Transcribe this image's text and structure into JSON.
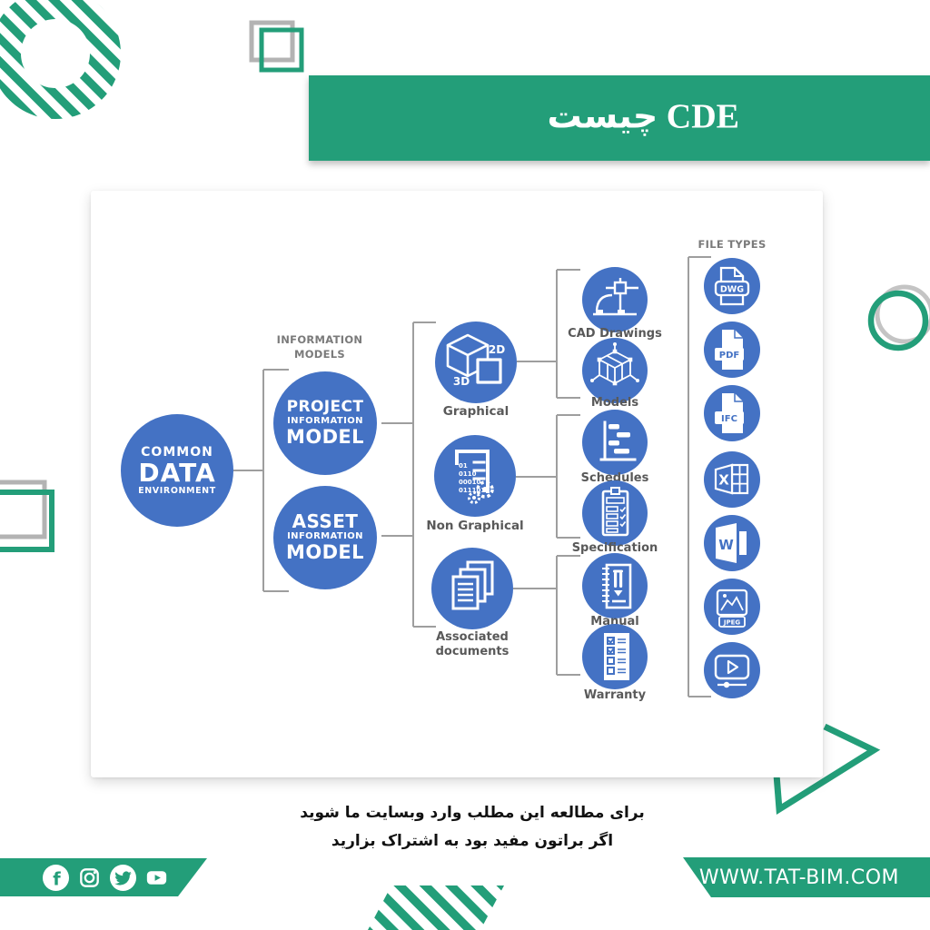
{
  "colors": {
    "green": "#239e79",
    "blue": "#4472c4",
    "connector_gray": "#9e9e9e",
    "label_gray": "#595959",
    "white": "#ffffff"
  },
  "header": {
    "title": "CDE چیست"
  },
  "diagram": {
    "root": [
      "COMMON",
      "DATA",
      "ENVIRONMENT"
    ],
    "info_models_label": "INFORMATION MODELS",
    "pim": [
      "PROJECT",
      "INFORMATION",
      "MODEL"
    ],
    "aim": [
      "ASSET",
      "INFORMATION",
      "MODEL"
    ],
    "badges": {
      "d2": "2D",
      "d3": "3D"
    },
    "binary": [
      "01",
      "0110",
      "00010",
      "011101"
    ],
    "cat_labels": [
      "Graphical",
      "Non Graphical",
      "Associated documents"
    ],
    "outputs": [
      "CAD Drawings",
      "Models",
      "Schedules",
      "Specification",
      "Manual",
      "Warranty"
    ],
    "file_types_label": "FILE TYPES",
    "file_badges": {
      "dwg": "DWG",
      "pdf": "PDF",
      "ifc": "IFC",
      "excel": "X",
      "word": "W",
      "jpeg": "JPEG"
    }
  },
  "footer": {
    "note1": "برای مطالعه این مطلب وارد وبسایت ما شوید",
    "note2": "اگر براتون مفید بود به اشتراک بزارید",
    "website": "WWW.TAT-BIM.COM",
    "social": [
      {
        "name": "facebook-icon",
        "glyph": "f"
      },
      {
        "name": "instagram-icon"
      },
      {
        "name": "twitter-icon"
      },
      {
        "name": "youtube-icon"
      }
    ]
  }
}
